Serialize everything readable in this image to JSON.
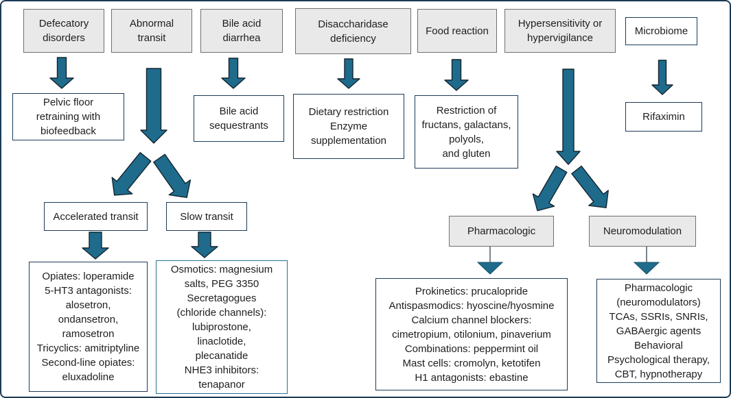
{
  "colors": {
    "arrow_fill": "#1f6b8c",
    "arrow_stroke": "#13242f",
    "navy_border": "#1c3a55",
    "teal_border": "#267292",
    "gray_fill": "#e9e9e9",
    "gray_border": "#6f6f6f",
    "thin_stem": "#5c666d",
    "text_color": "#1d1d1d",
    "frame_color": "#1b3a55"
  },
  "boxes": {
    "defecatory": {
      "label": "Defecatory\ndisorders"
    },
    "abnormal_transit": {
      "label": "Abnormal\ntransit"
    },
    "bile_acid_diarrhea": {
      "label": "Bile acid\ndiarrhea"
    },
    "disaccharidase": {
      "label": "Disaccharidase\ndeficiency"
    },
    "food_reaction": {
      "label": "Food reaction"
    },
    "hypersensitivity": {
      "label": "Hypersensitivity or\nhypervigilance"
    },
    "microbiome": {
      "label": "Microbiome"
    },
    "pelvic_floor": {
      "label": "Pelvic floor\nretraining with\nbiofeedback"
    },
    "bile_acid_sequestrants": {
      "label": "Bile acid\nsequestrants"
    },
    "dietary_restriction": {
      "label": "Dietary restriction\nEnzyme\nsupplementation"
    },
    "fodmap_restriction": {
      "label": "Restriction of\nfructans, galactans,\npolyols,\nand gluten"
    },
    "rifaximin": {
      "label": "Rifaximin"
    },
    "accelerated_transit": {
      "label": "Accelerated transit"
    },
    "slow_transit": {
      "label": "Slow transit"
    },
    "pharmacologic": {
      "label": "Pharmacologic"
    },
    "neuromodulation": {
      "label": "Neuromodulation"
    },
    "accelerated_treatments": {
      "label": "Opiates: loperamide\n5-HT3 antagonists:\nalosetron,\nondansetron,\nramosetron\nTricyclics: amitriptyline\nSecond-line opiates:\neluxadoline"
    },
    "slow_treatments": {
      "label": "Osmotics: magnesium\nsalts, PEG 3350\nSecretagogues\n(chloride channels):\nlubiprostone,\nlinaclotide,\nplecanatide\nNHE3 inhibitors:\ntenapanor"
    },
    "pharmacologic_treatments": {
      "label": "Prokinetics: prucalopride\nAntispasmodics: hyoscine/hyosmine\nCalcium channel blockers:\ncimetropium, otilonium, pinaverium\nCombinations: peppermint oil\nMast cells: cromolyn, ketotifen\nH1 antagonists: ebastine"
    },
    "neuromodulation_treatments": {
      "label": "Pharmacologic\n(neuromodulators)\nTCAs, SSRIs, SNRIs,\nGABAergic agents\nBehavioral\nPsychological therapy,\nCBT, hypnotherapy"
    }
  }
}
